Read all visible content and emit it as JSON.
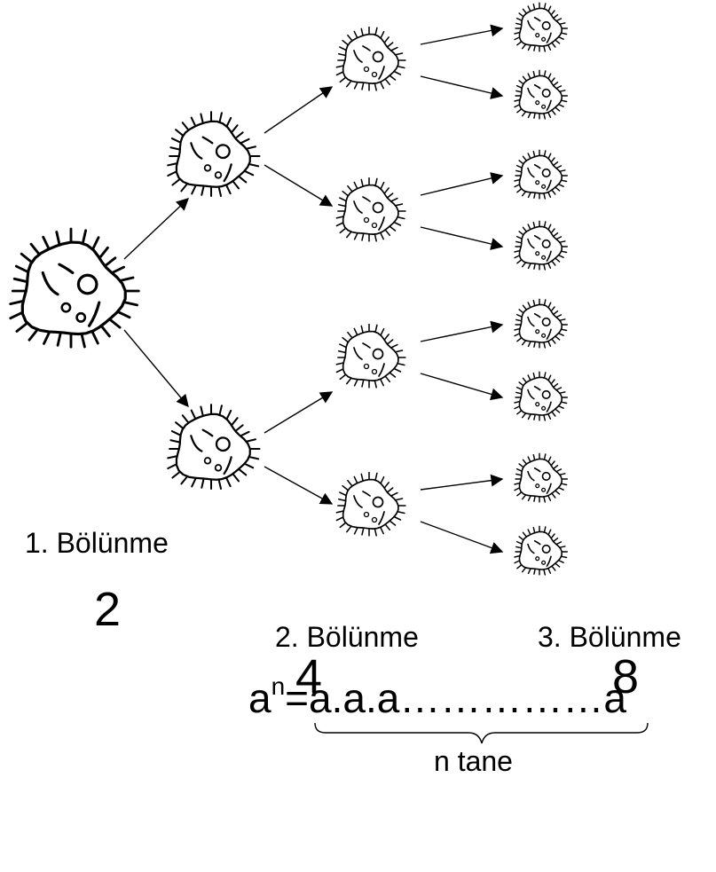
{
  "stages": [
    {
      "label": "1. Bölünme",
      "count": "2"
    },
    {
      "label": "2. Bölünme",
      "count": "4"
    },
    {
      "label": "3. Bölünme",
      "count": "8"
    }
  ],
  "formula": {
    "base": "a",
    "exponent": "n",
    "rhs": "=a.a.a……………a"
  },
  "brace_label": "n tane",
  "icon": "bacterium-icon"
}
